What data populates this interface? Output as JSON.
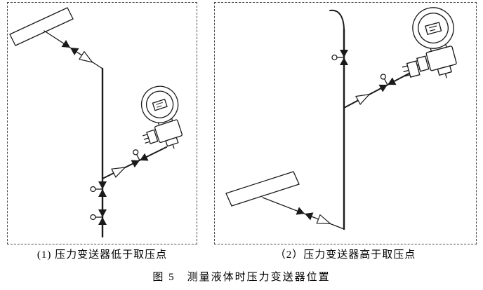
{
  "figure": {
    "caption": "图 5　测量液体时压力变送器位置",
    "panels": [
      {
        "caption": "(1) 压力变送器低于取压点"
      },
      {
        "caption": "（2）压力变送器高于取压点"
      }
    ]
  },
  "icons": {
    "valve": "bowtie-valve",
    "shutoff_valve": "globe-valve-with-handwheel",
    "flow_arrow": "open-triangle-arrow",
    "transmitter": "pressure-transmitter",
    "pipe": "process-pipe-cylinder"
  },
  "colors": {
    "line": "#1a1a1a",
    "panel_border": "#4a4a4a",
    "background": "#ffffff"
  }
}
